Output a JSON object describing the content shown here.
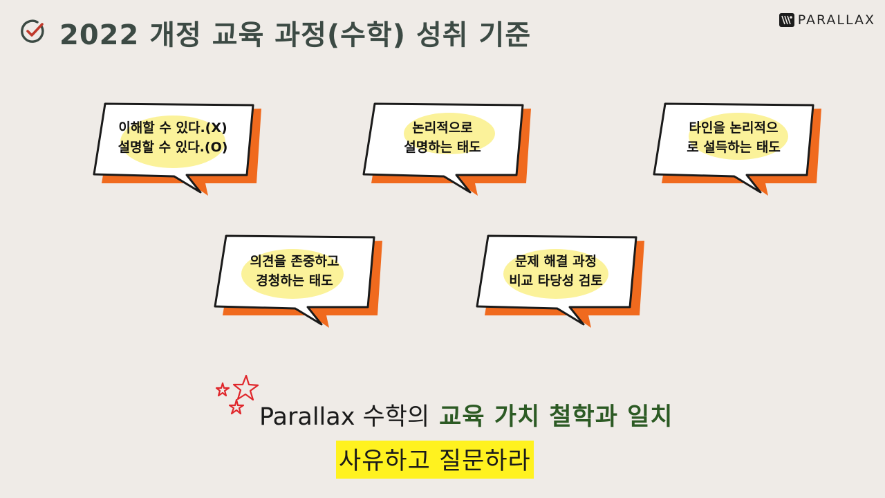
{
  "header": {
    "title": "2022 개정 교육 과정(수학) 성취 기준",
    "check_icon": "checkmark-circle-icon",
    "logo_text": "PARALLAX",
    "logo_icon": "parallax-brand-icon"
  },
  "bubbles": [
    {
      "line1": "이해할 수 있다.(X)",
      "line2": "설명할 수 있다.(O)"
    },
    {
      "line1": "논리적으로",
      "line2": "설명하는 태도"
    },
    {
      "line1": "타인을 논리적으",
      "line2": "로 설득하는 태도"
    },
    {
      "line1": "의견을 존중하고",
      "line2": "경청하는 태도"
    },
    {
      "line1": "문제 해결 과정",
      "line2": "비교 타당성 검토"
    }
  ],
  "tagline": {
    "plain": "Parallax 수학의",
    "highlight": "교육 가치 철학과 일치"
  },
  "motto": "사유하고 질문하라",
  "colors": {
    "background": "#efebe7",
    "title": "#3c4a44",
    "bubble_shadow": "#f06a1e",
    "bubble_highlight": "#fbf29a",
    "tagline_green": "#2c5a24",
    "motto_highlight": "#fff21f",
    "stars": "#e0262b"
  },
  "decor": {
    "stars_icon": "hand-drawn-stars-icon"
  }
}
